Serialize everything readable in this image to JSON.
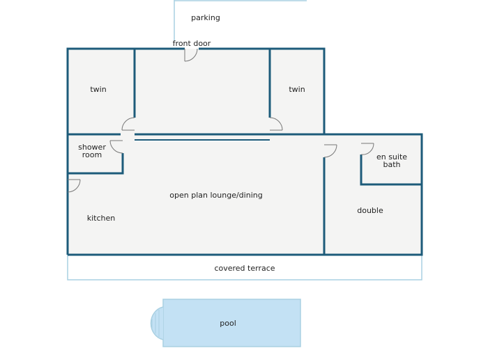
{
  "rooms": {
    "parking": "parking",
    "front_door": "front door",
    "twin_left": "twin",
    "twin_right": "twin",
    "shower_room_line1": "shower",
    "shower_room_line2": "room",
    "en_suite_line1": "en suite",
    "en_suite_line2": "bath",
    "lounge": "open plan lounge/dining",
    "kitchen": "kitchen",
    "double": "double",
    "terrace": "covered terrace",
    "pool": "pool"
  },
  "colors": {
    "wall": "#1d5b7a",
    "room_fill": "#f4f4f3",
    "outline": "#a9d0e2",
    "pool": "#c3e1f4",
    "door": "#777777"
  }
}
